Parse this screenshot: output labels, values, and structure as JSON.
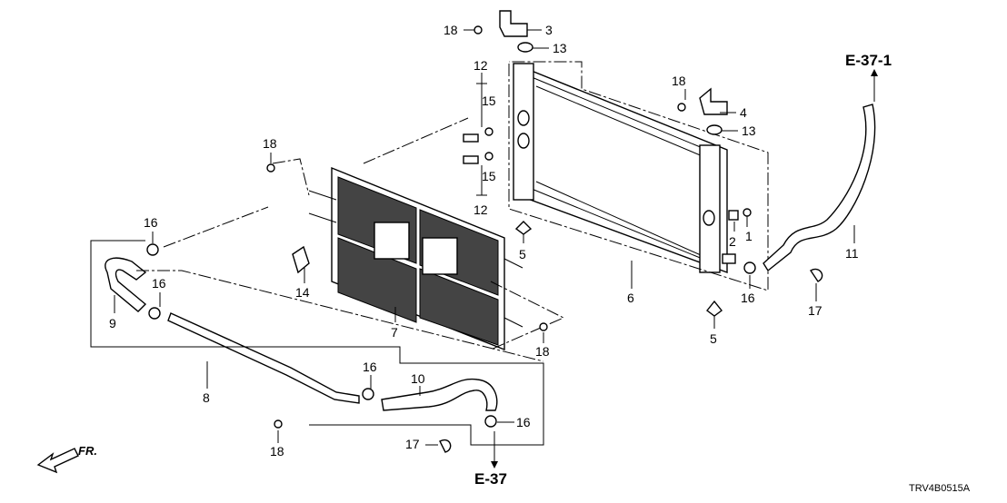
{
  "callouts": {
    "c1": "1",
    "c2": "2",
    "c3": "3",
    "c4": "4",
    "c5a": "5",
    "c5b": "5",
    "c6": "6",
    "c7": "7",
    "c8": "8",
    "c9": "9",
    "c10": "10",
    "c11": "11",
    "c12a": "12",
    "c12b": "12",
    "c13a": "13",
    "c13b": "13",
    "c14": "14",
    "c15a": "15",
    "c15b": "15",
    "c16a": "16",
    "c16b": "16",
    "c16c": "16",
    "c16d": "16",
    "c16e": "16",
    "c17a": "17",
    "c17b": "17",
    "c18a": "18",
    "c18b": "18",
    "c18c": "18",
    "c18d": "18",
    "c18e": "18"
  },
  "references": {
    "upper": "E-37-1",
    "lower": "E-37"
  },
  "direction_label": "FR.",
  "diagram_code": "TRV4B0515A"
}
